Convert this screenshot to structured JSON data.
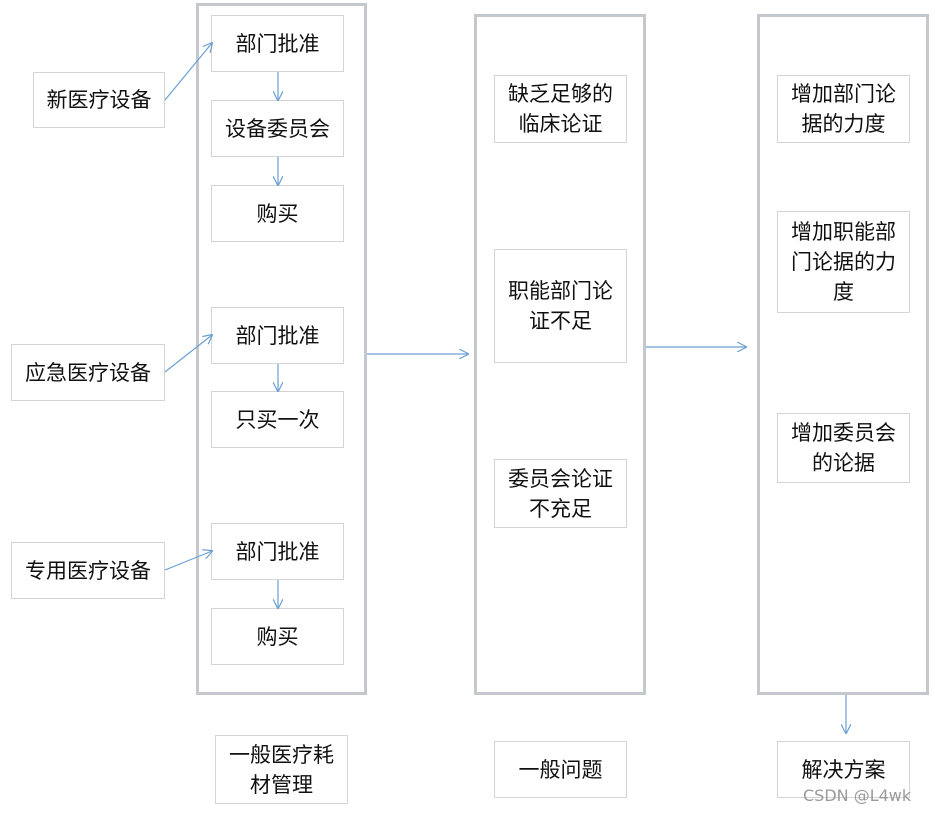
{
  "inputs": [
    "新医疗设备",
    "应急医疗设备",
    "专用医疗设备"
  ],
  "management": {
    "group1": [
      "部门批准",
      "设备委员会",
      "购买"
    ],
    "group2": [
      "部门批准",
      "只买一次"
    ],
    "group3": [
      "部门批准",
      "购买"
    ],
    "label": "一般医疗耗材管理"
  },
  "problems": {
    "items": [
      "缺乏足够的临床论证",
      "职能部门论证不足",
      "委员会论证不充足"
    ],
    "label": "一般问题"
  },
  "solutions": {
    "items": [
      "增加部门论据的力度",
      "增加职能部门论据的力度",
      "增加委员会的论据"
    ],
    "label": "解决方案"
  },
  "watermark": "CSDN @L4wk",
  "colors": {
    "arrow": "#6a9fd2",
    "column_border": "#c4c8cc",
    "box_border": "#d4d4d4"
  }
}
